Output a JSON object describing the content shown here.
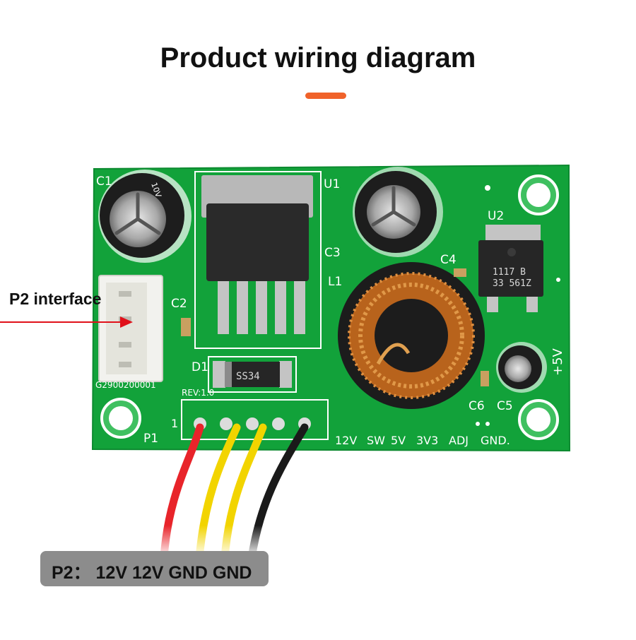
{
  "header": {
    "title": "Product wiring diagram",
    "accent_color": "#f0622a"
  },
  "callout": {
    "label": "P2 interface",
    "arrow_color": "#e0101a"
  },
  "pinout": {
    "text": "P2： 12V 12V GND GND"
  },
  "board": {
    "pcb_color": "#12a23a",
    "labels": {
      "c1": "C1",
      "u1": "U1",
      "u2": "U2",
      "c2": "C2",
      "c3": "C3",
      "c4": "C4",
      "c5": "C5",
      "c6": "C6",
      "l1": "L1",
      "d1": "D1",
      "p1": "P1",
      "pin1": "1",
      "rev": "REV:1.0",
      "code": "G2900200001",
      "plus5v": "+5V",
      "diode_code": "SS34",
      "regulator_line1": "1117 B",
      "regulator_line2": "33 561Z",
      "cap_mark": "10V",
      "pins": [
        "12V",
        "SW",
        "5V",
        "3V3",
        "ADJ",
        "GND."
      ]
    }
  },
  "wires": {
    "colors": [
      "#e8242a",
      "#f2d400",
      "#f2d400",
      "#1a1a1a"
    ]
  }
}
